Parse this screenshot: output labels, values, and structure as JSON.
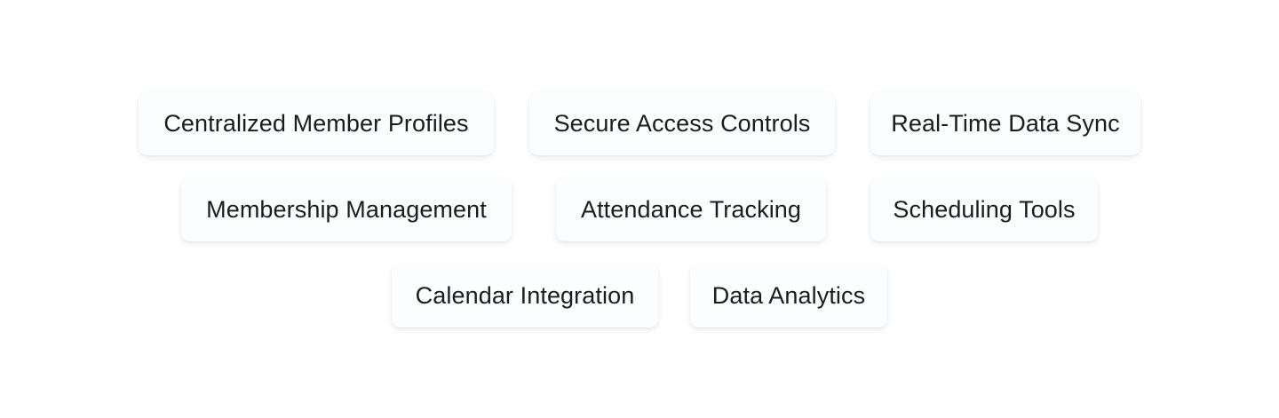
{
  "features": {
    "row1": [
      {
        "label": "Centralized Member Profiles"
      },
      {
        "label": "Secure Access Controls"
      },
      {
        "label": "Real-Time Data Sync"
      }
    ],
    "row2": [
      {
        "label": "Membership Management"
      },
      {
        "label": "Attendance Tracking"
      },
      {
        "label": "Scheduling Tools"
      }
    ],
    "row3": [
      {
        "label": "Calendar Integration"
      },
      {
        "label": "Data Analytics"
      }
    ]
  },
  "colors": {
    "background": "#ffffff",
    "pill_background": "#fcfdfe",
    "text": "#1c1c1f"
  }
}
